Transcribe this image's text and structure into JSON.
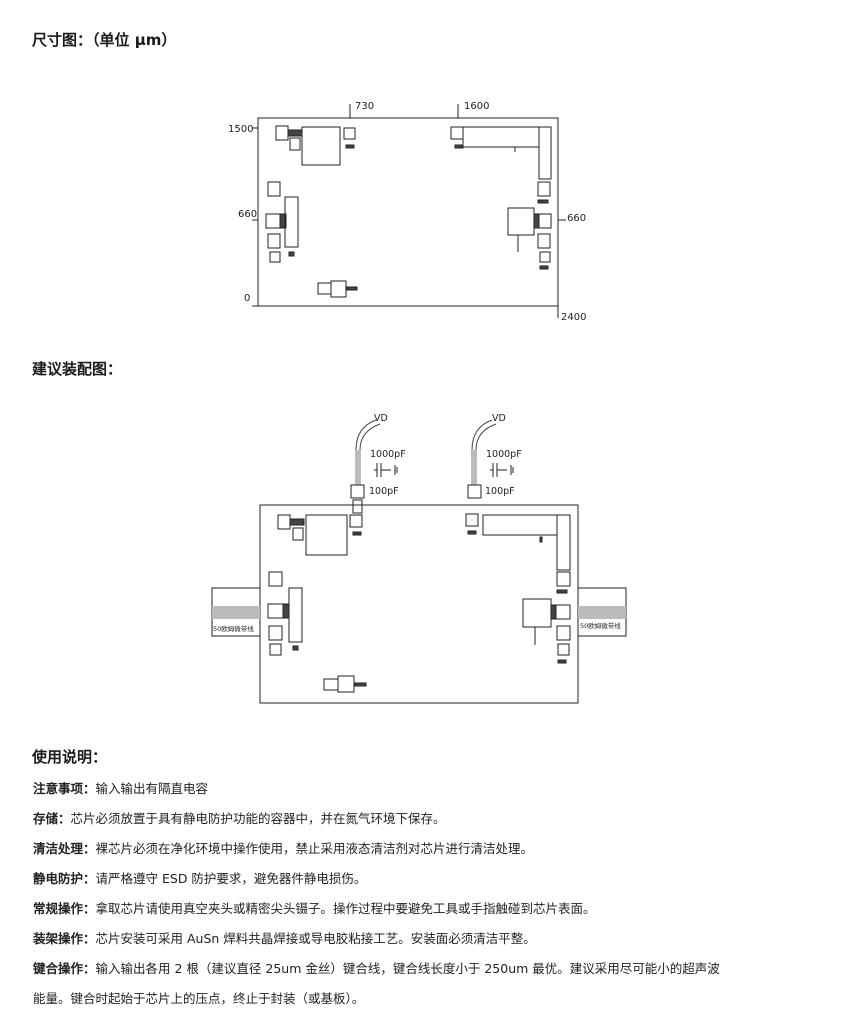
{
  "sections": {
    "dimension_title": "尺寸图：（单位 μm）",
    "assembly_title": "建议装配图：",
    "usage_title": "使用说明："
  },
  "dimension_figure": {
    "label_730": "730",
    "label_1600": "1600",
    "label_1500": "1500",
    "label_660_left": "660",
    "label_660_right": "660",
    "label_0": "0",
    "label_2400": "2400"
  },
  "assembly_figure": {
    "vd_left": "VD",
    "vd_right": "VD",
    "cap_1000_left": "1000pF",
    "cap_1000_right": "1000pF",
    "cap_100_left": "100pF",
    "cap_100_right": "100pF",
    "line_left": "50欧姆微带线",
    "line_right": "50欧姆微带线"
  },
  "notes": [
    {
      "label": "注意事项",
      "sep": "：",
      "text": "输入输出有隔直电容"
    },
    {
      "label": "存储",
      "sep": "：",
      "text": "芯片必须放置于具有静电防护功能的容器中，并在氮气环境下保存。"
    },
    {
      "label": "清洁处理",
      "sep": "：",
      "text": "裸芯片必须在净化环境中操作使用，禁止采用液态清洁剂对芯片进行清洁处理。"
    },
    {
      "label": "静电防护",
      "sep": "：",
      "text": "请严格遵守 ESD 防护要求，避免器件静电损伤。"
    },
    {
      "label": "常规操作",
      "sep": "：",
      "text": "拿取芯片请使用真空夹头或精密尖头镊子。操作过程中要避免工具或手指触碰到芯片表面。"
    },
    {
      "label": "装架操作",
      "sep": "：",
      "text": "芯片安装可采用 AuSn 焊料共晶焊接或导电胶粘接工艺。安装面必须清洁平整。"
    },
    {
      "label": "键合操作",
      "sep": "：",
      "text": "输入输出各用 2 根（建议直径 25um 金丝）键合线，键合线长度小于 250um 最优。建议采用尽可能小的超声波"
    },
    {
      "label": "",
      "sep": "",
      "text": "能量。键合时起始于芯片上的压点，终止于封装（或基板）。"
    }
  ]
}
